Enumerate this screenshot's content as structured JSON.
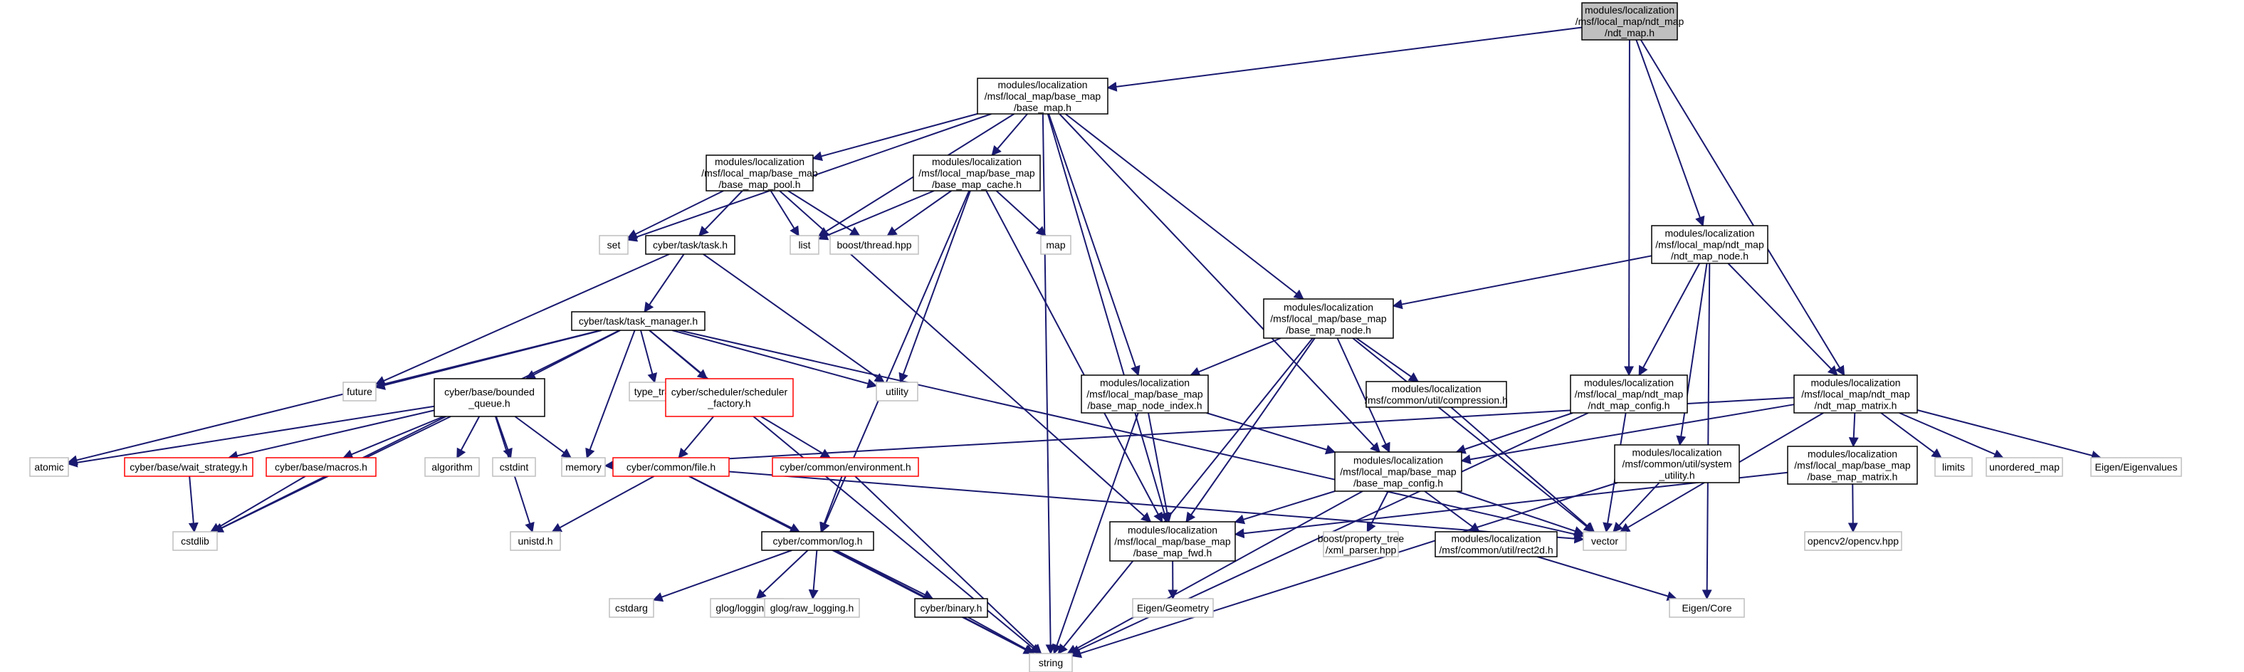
{
  "diagram": {
    "colors": {
      "edge": "#191970",
      "root_fill": "#bfbfbf",
      "root_border": "#000000",
      "box_border": "#000000",
      "red_border": "#ff0000",
      "gray_border": "#bfbfbf"
    },
    "nodes": {
      "ndt_map_h": [
        "modules/localization",
        "/msf/local_map/ndt_map",
        "/ndt_map.h"
      ],
      "base_map_h": [
        "modules/localization",
        "/msf/local_map/base_map",
        "/base_map.h"
      ],
      "base_map_pool_h": [
        "modules/localization",
        "/msf/local_map/base_map",
        "/base_map_pool.h"
      ],
      "base_map_cache_h": [
        "modules/localization",
        "/msf/local_map/base_map",
        "/base_map_cache.h"
      ],
      "set": [
        "set"
      ],
      "list": [
        "list"
      ],
      "boost_thread": [
        "boost/thread.hpp"
      ],
      "map": [
        "map"
      ],
      "task_h": [
        "cyber/task/task.h"
      ],
      "task_manager_h": [
        "cyber/task/task_manager.h"
      ],
      "future": [
        "future"
      ],
      "utility": [
        "utility"
      ],
      "type_traits": [
        "type_traits"
      ],
      "bounded_queue_h": [
        "cyber/base/bounded",
        "_queue.h"
      ],
      "scheduler_factory_h": [
        "cyber/scheduler/scheduler",
        "_factory.h"
      ],
      "atomic": [
        "atomic"
      ],
      "wait_strategy_h": [
        "cyber/base/wait_strategy.h"
      ],
      "macros_h": [
        "cyber/base/macros.h"
      ],
      "algorithm": [
        "algorithm"
      ],
      "cstdint": [
        "cstdint"
      ],
      "memory": [
        "memory"
      ],
      "cstdlib": [
        "cstdlib"
      ],
      "unistd_h": [
        "unistd.h"
      ],
      "file_h": [
        "cyber/common/file.h"
      ],
      "environment_h": [
        "cyber/common/environment.h"
      ],
      "log_h": [
        "cyber/common/log.h"
      ],
      "cstdarg": [
        "cstdarg"
      ],
      "glog_logging": [
        "glog/logging.h"
      ],
      "glog_raw_logging": [
        "glog/raw_logging.h"
      ],
      "binary_h": [
        "cyber/binary.h"
      ],
      "string": [
        "string"
      ],
      "base_map_node_h": [
        "modules/localization",
        "/msf/local_map/base_map",
        "/base_map_node.h"
      ],
      "base_map_node_index_h": [
        "modules/localization",
        "/msf/local_map/base_map",
        "/base_map_node_index.h"
      ],
      "compression_h": [
        "modules/localization",
        "/msf/common/util/compression.h"
      ],
      "base_map_config_h": [
        "modules/localization",
        "/msf/local_map/base_map",
        "/base_map_config.h"
      ],
      "base_map_fwd_h": [
        "modules/localization",
        "/msf/local_map/base_map",
        "/base_map_fwd.h"
      ],
      "eigen_geometry": [
        "Eigen/Geometry"
      ],
      "xml_parser": [
        "boost/property_tree",
        "/xml_parser.hpp"
      ],
      "rect2d_h": [
        "modules/localization",
        "/msf/common/util/rect2d.h"
      ],
      "vector": [
        "vector"
      ],
      "ndt_map_node_h": [
        "modules/localization",
        "/msf/local_map/ndt_map",
        "/ndt_map_node.h"
      ],
      "ndt_map_config_h": [
        "modules/localization",
        "/msf/local_map/ndt_map",
        "/ndt_map_config.h"
      ],
      "system_utility_h": [
        "modules/localization",
        "/msf/common/util/system",
        "_utility.h"
      ],
      "ndt_map_matrix_h": [
        "modules/localization",
        "/msf/local_map/ndt_map",
        "/ndt_map_matrix.h"
      ],
      "base_map_matrix_h": [
        "modules/localization",
        "/msf/local_map/base_map",
        "/base_map_matrix.h"
      ],
      "limits": [
        "limits"
      ],
      "unordered_map": [
        "unordered_map"
      ],
      "eigenvalues": [
        "Eigen/Eigenvalues"
      ],
      "opencv": [
        "opencv2/opencv.hpp"
      ],
      "eigen_core": [
        "Eigen/Core"
      ]
    }
  }
}
